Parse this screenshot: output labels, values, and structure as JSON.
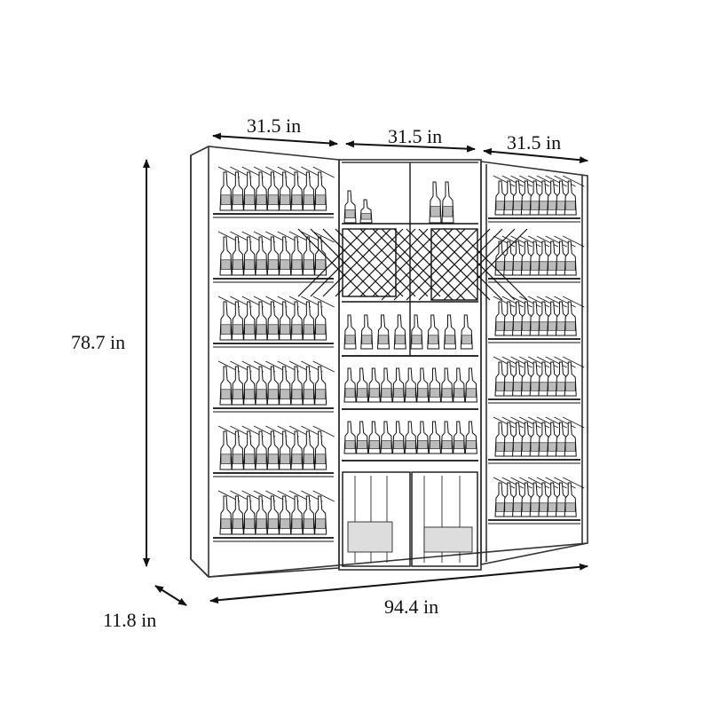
{
  "dimensions": {
    "width_left": "31.5 in",
    "width_center": "31.5 in",
    "width_right": "31.5 in",
    "height": "78.7 in",
    "depth": "11.8 in",
    "total_width": "94.4 in"
  },
  "colors": {
    "ink": "#111111",
    "frame": "#333333",
    "background": "#ffffff"
  },
  "illustration": {
    "subject": "three-section freestanding wine rack line drawing",
    "left_section": {
      "shelves": 6,
      "bottles_per_shelf": 9
    },
    "center_section": {
      "display_openings": 2,
      "lattice_cubbies": 2,
      "angled_shelves": 3,
      "lower_cabinet_doors": 2
    },
    "right_section": {
      "shelves": 6,
      "bottles_per_shelf": 9
    }
  }
}
